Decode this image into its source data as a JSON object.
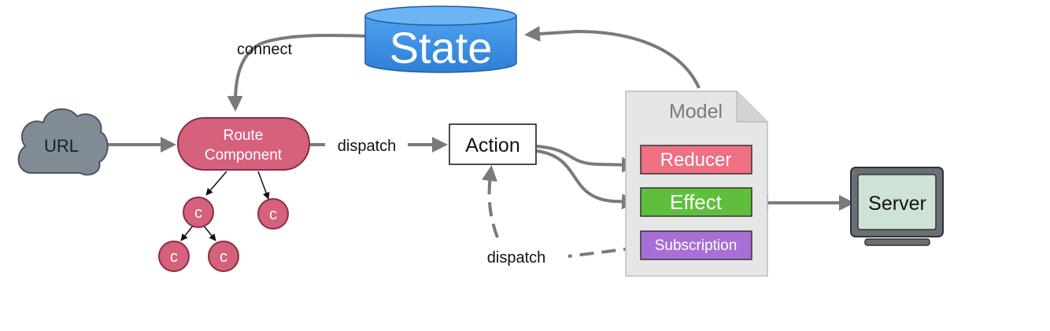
{
  "nodes": {
    "state": "State",
    "url": "URL",
    "route_line1": "Route",
    "route_line2": "Component",
    "action": "Action",
    "model": "Model",
    "reducer": "Reducer",
    "effect": "Effect",
    "subscription": "Subscription",
    "server": "Server",
    "child": "c"
  },
  "edge_labels": {
    "connect": "connect",
    "dispatch_route": "dispatch",
    "dispatch_subscription": "dispatch"
  },
  "colors": {
    "state": "#3d8ede",
    "route": "#d6617c",
    "child": "#d6617c",
    "url": "#808b96",
    "reducer": "#ef6f83",
    "effect": "#5fbf3d",
    "subscription": "#a86fd6",
    "model": "#e6e6e6",
    "server_screen": "#cde3d6",
    "server_frame": "#6a6f75",
    "arrow": "#7a7a7a"
  }
}
